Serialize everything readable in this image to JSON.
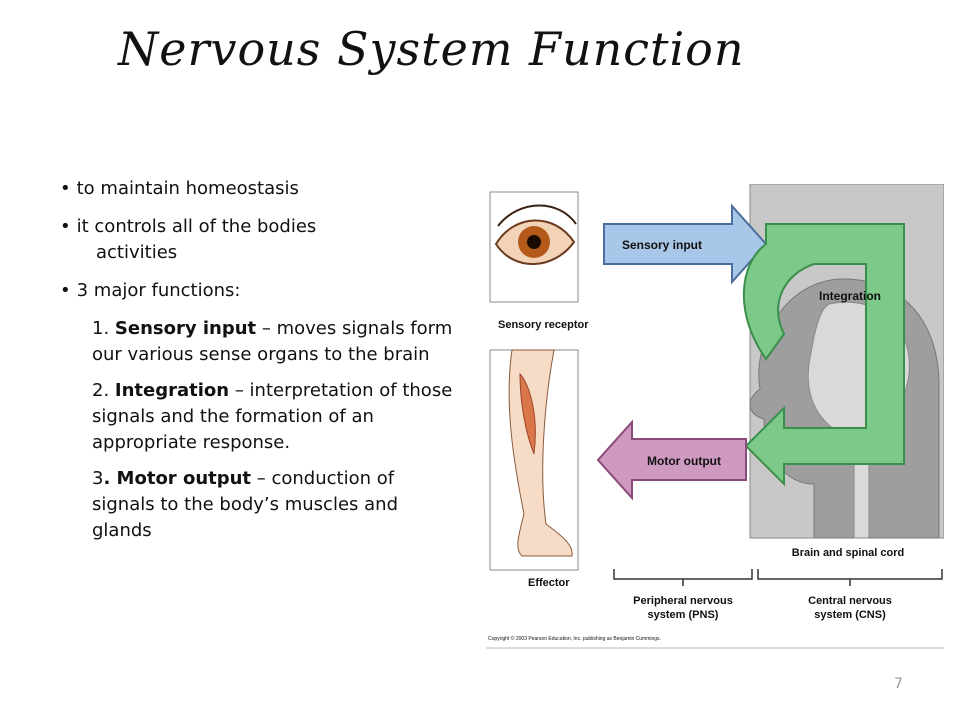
{
  "title": "Nervous System Function",
  "bullets": [
    {
      "text": "to maintain homeostasis"
    },
    {
      "text": "it controls all of the bodies",
      "cont": "activities"
    },
    {
      "text": "3 major functions:"
    }
  ],
  "functions": [
    {
      "num": "1. ",
      "term": "Sensory input",
      "desc": " – moves signals form our various sense organs to the brain"
    },
    {
      "num": "2. ",
      "term": "Integration",
      "desc": " – interpretation of those signals and the formation of an appropriate response."
    },
    {
      "num": "3",
      "term": ". Motor output",
      "desc": " – conduction of signals to the body’s muscles and glands"
    }
  ],
  "diagram": {
    "sensory_input": "Sensory input",
    "integration": "Integration",
    "motor_output": "Motor output",
    "sensory_receptor": "Sensory receptor",
    "effector": "Effector",
    "brain_spinal": "Brain and spinal cord",
    "pns_line1": "Peripheral nervous",
    "pns_line2": "system (PNS)",
    "cns_line1": "Central nervous",
    "cns_line2": "system (CNS)",
    "copyright": "Copyright © 2003 Pearson Education, Inc. publishing as Benjamin Cummings.",
    "colors": {
      "sensory_arrow": "#a9c7e8",
      "motor_arrow": "#cf9ac0",
      "green": "#7cc98a",
      "panel": "#c8c8c8"
    }
  },
  "page_number": "7"
}
